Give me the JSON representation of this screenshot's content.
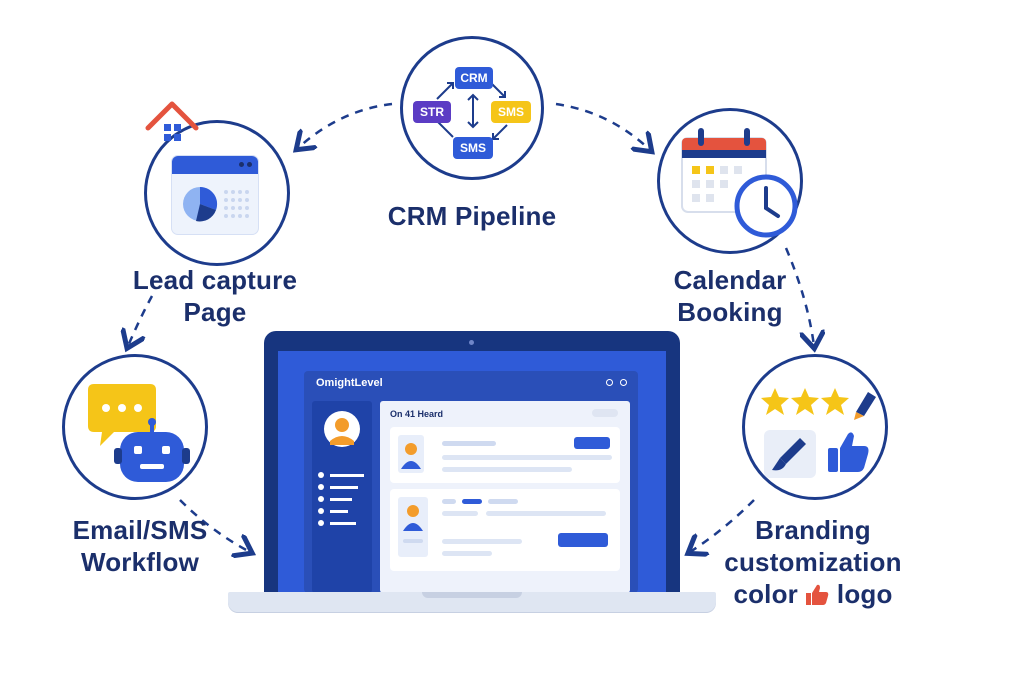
{
  "nodes": {
    "crm": {
      "title": "CRM Pipeline",
      "boxes": {
        "crm": "CRM",
        "str": "STR",
        "sms_right": "SMS",
        "sms_bottom": "SMS"
      }
    },
    "lead": {
      "title_line1": "Lead capture",
      "title_line2": "Page"
    },
    "calendar": {
      "title_line1": "Calendar",
      "title_line2": "Booking"
    },
    "email": {
      "title_line1": "Email/SMS",
      "title_line2": "Workflow"
    },
    "branding": {
      "title_line1": "Branding",
      "title_line2": "customization",
      "title_line3_a": "color",
      "title_line3_b": "logo"
    }
  },
  "laptop": {
    "app_title": "OmightLevel",
    "panel_header": "On 41 Heard"
  },
  "colors": {
    "navy": "#1d3c8c",
    "primary_blue": "#2f5bd8",
    "yellow": "#f5c518",
    "purple": "#5b3cc4",
    "red": "#e4533e",
    "orange": "#f39c2b"
  },
  "icons": [
    "house-icon",
    "pie-chart-icon",
    "chat-bubble-icon",
    "robot-icon",
    "calendar-icon",
    "clock-icon",
    "star-icon",
    "paintbrush-icon",
    "thumbs-up-icon",
    "pencil-icon"
  ]
}
